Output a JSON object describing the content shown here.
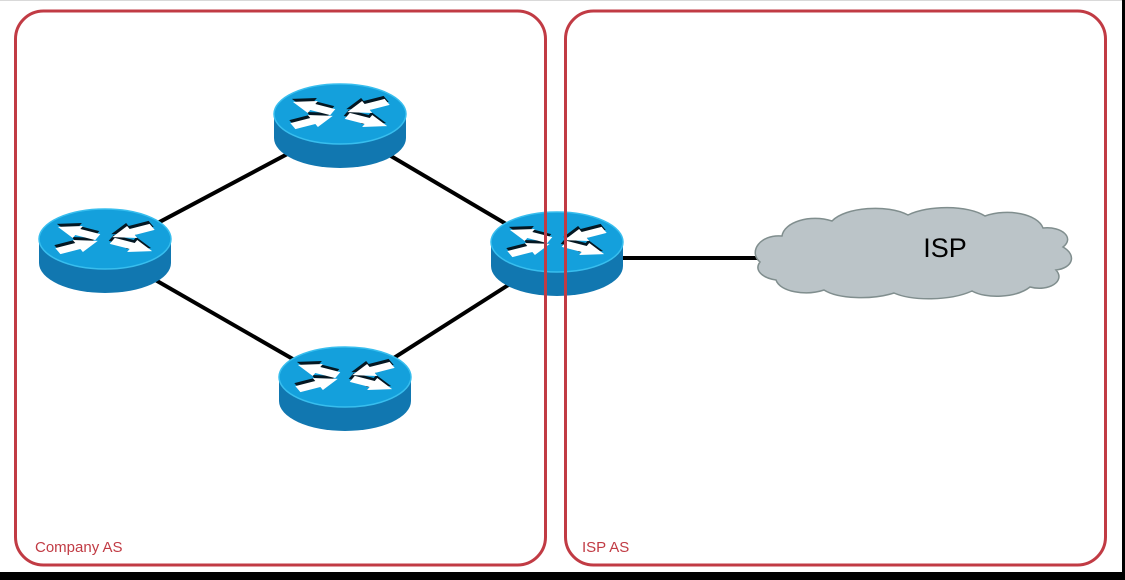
{
  "diagram": {
    "zones": {
      "company": {
        "label": "Company AS"
      },
      "isp": {
        "label": "ISP AS"
      }
    },
    "cloud": {
      "label": "ISP"
    },
    "icons": {
      "router": "cisco-router-icon",
      "isp_network": "cloud-icon"
    },
    "topology": {
      "routers": [
        {
          "id": "left-router",
          "zone": "company"
        },
        {
          "id": "top-router",
          "zone": "company"
        },
        {
          "id": "bottom-router",
          "zone": "company"
        },
        {
          "id": "border-router",
          "zone": "company-isp-boundary"
        }
      ],
      "links": [
        [
          "left-router",
          "top-router"
        ],
        [
          "left-router",
          "bottom-router"
        ],
        [
          "top-router",
          "border-router"
        ],
        [
          "bottom-router",
          "border-router"
        ],
        [
          "border-router",
          "isp-cloud"
        ]
      ]
    },
    "colors": {
      "zone_border": "#C13B44",
      "router_top": "#14A0DC",
      "router_body": "#1177B0",
      "cloud_fill": "#BBC4C8",
      "cloud_stroke": "#808E8E",
      "link": "#000000",
      "arrow_fill": "#ffffff",
      "arrow_shadow": "#041722"
    }
  }
}
